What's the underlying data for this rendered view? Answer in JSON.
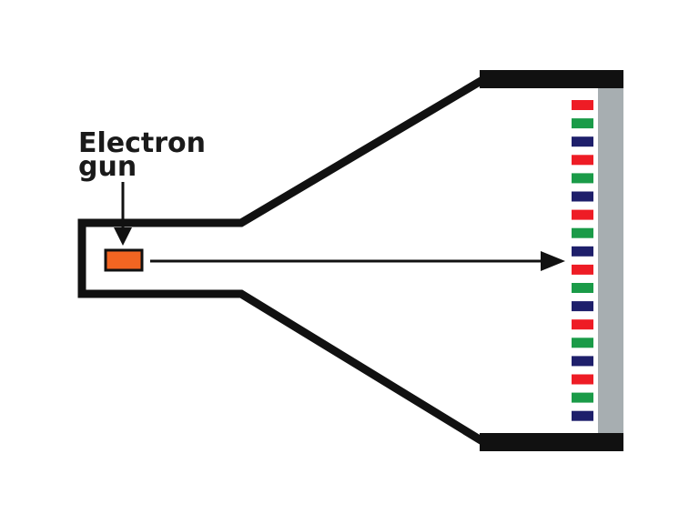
{
  "label": {
    "line1": "Electron",
    "line2": "gun"
  },
  "colors": {
    "outline": "#111111",
    "gun": "#f26522",
    "screen_glass": "#a7aeb1",
    "arrow": "#111111"
  },
  "phosphor_sequence": [
    "#ee1c25",
    "#1a9b48",
    "#1e1f6b"
  ],
  "phosphor_count": 18
}
